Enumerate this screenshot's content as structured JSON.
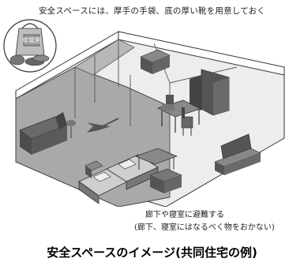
{
  "top_note": "安全スペースには、厚手の手袋、底の厚い靴を用意しておく",
  "bag_label": "非常用",
  "annotation": {
    "line1": "廊下や寝室に避難する",
    "line2": "(廊下、寝室にはなるべく物をおかない)"
  },
  "caption": "安全スペースのイメージ(共同住宅の例)",
  "colors": {
    "safe_floor": "#a9a9a9",
    "floor": "#e9e9e9",
    "furniture": "#6a6a6a",
    "furniture_dark": "#444444",
    "wall_line": "#333333",
    "bag": "#bdbdbd"
  }
}
